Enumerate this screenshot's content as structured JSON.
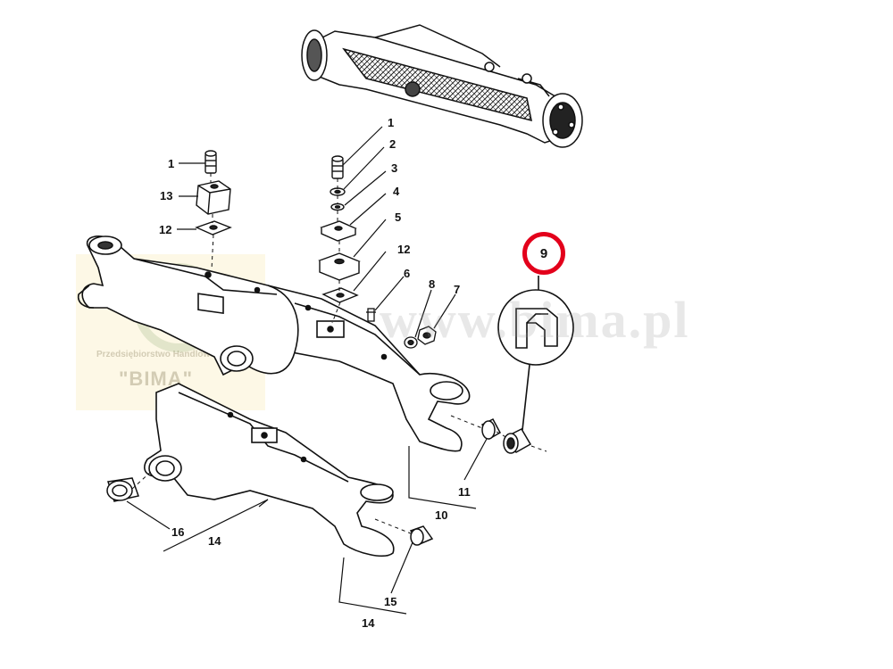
{
  "watermark": {
    "url_text": "www.bima.pl",
    "company_line": "Przedsiębiorstwo Handlowe",
    "company_name": "\"BIMA\""
  },
  "highlight": {
    "part_number": "9",
    "color": "#e3001b"
  },
  "callouts": {
    "c1_top": "1",
    "c2": "2",
    "c3": "3",
    "c4": "4",
    "c5": "5",
    "c12_right": "12",
    "c6": "6",
    "c8": "8",
    "c7": "7",
    "c1_left": "1",
    "c13": "13",
    "c12_left": "12",
    "c11": "11",
    "c10": "10",
    "c16": "16",
    "c14_left": "14",
    "c15": "15",
    "c14_bottom": "14"
  }
}
